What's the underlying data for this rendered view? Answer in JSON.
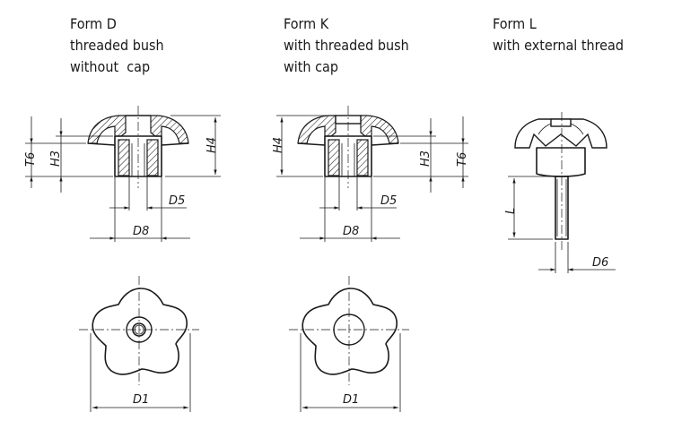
{
  "forms": [
    {
      "line1": "Form D",
      "line2": "threaded bush",
      "line3": "without  cap"
    },
    {
      "line1": "Form K",
      "line2": "with threaded bush",
      "line3": "with cap"
    },
    {
      "line1": "Form L",
      "line2": "with external thread"
    }
  ],
  "dims": {
    "T6": "T6",
    "H3": "H3",
    "H4": "H4",
    "D5": "D5",
    "D8": "D8",
    "D1": "D1",
    "L": "L",
    "D6": "D6"
  }
}
